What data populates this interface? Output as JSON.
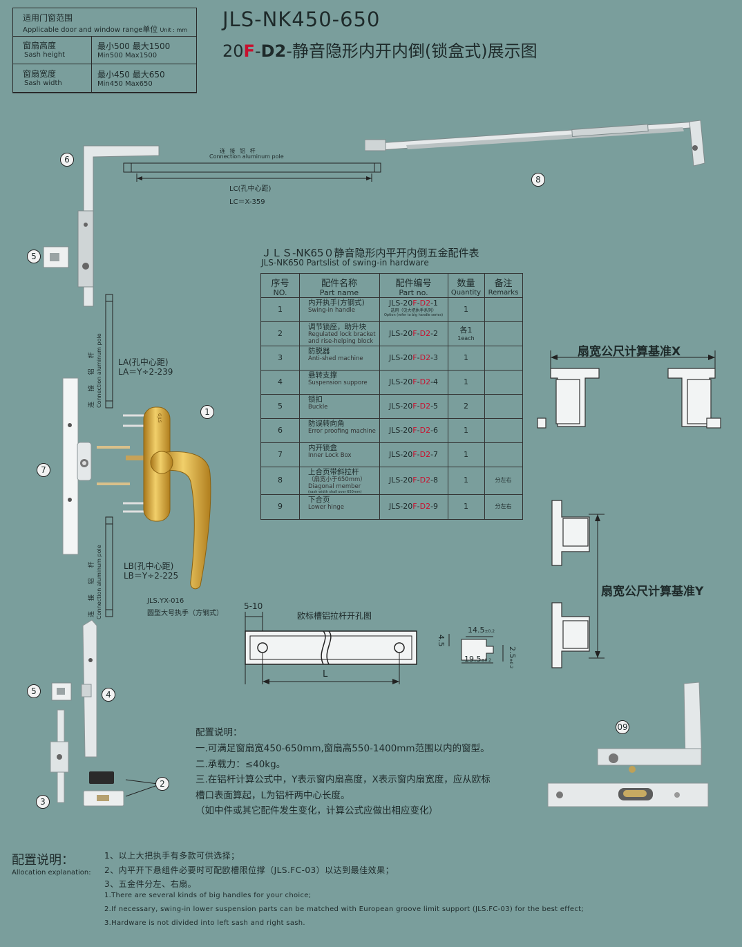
{
  "range_table": {
    "header_cn": "适用门窗范围",
    "header_en": "Applicable door and window range",
    "unit_cn": "单位",
    "unit_en": "Unit : mm",
    "rows": [
      {
        "label_cn": "窗扇高度",
        "label_en": "Sash height",
        "value_cn": "最小500  最大1500",
        "value_en": "Min500  Max1500"
      },
      {
        "label_cn": "窗扇宽度",
        "label_en": "Sash width",
        "value_cn": "最小450  最大650",
        "value_en": "Min450  Max650"
      }
    ]
  },
  "title": {
    "model": "JLS-NK450-650",
    "code_a": "20",
    "code_f": "F",
    "code_dash": "-",
    "code_d2": "D2",
    "description": "-静音隐形内开内倒(锁盒式)展示图"
  },
  "callouts": [
    "1",
    "2",
    "3",
    "4",
    "5",
    "5",
    "6",
    "7",
    "8",
    "09"
  ],
  "pole_top": {
    "caption_cn": "连 接 铝 杆",
    "caption_en": "Connection aluminum pole",
    "lc_label": "LC(孔中心距)",
    "lc_formula": "LC＝X-359"
  },
  "pole_la": {
    "caption_cn": "连 接 铝 杆",
    "caption_en": "Connection aluminum pole",
    "label": "LA(孔中心距)",
    "formula": "LA＝Y÷2-239"
  },
  "pole_lb": {
    "caption_cn": "连 接 铝 杆",
    "caption_en": "Connection aluminum pole",
    "label": "LB(孔中心距)",
    "formula": "LB＝Y÷2-225"
  },
  "handle": {
    "model": "JLS.YX-016",
    "desc": "圆型大号执手（方钢式）",
    "brand": "GJLS"
  },
  "parts_list": {
    "title_cn": "ＪＬＳ-NK65０静音隐形内平开内倒五金配件表",
    "title_en": "JLS-NK650 Partslist of swing-in hardware",
    "headers": [
      {
        "cn": "序号",
        "en": "NO."
      },
      {
        "cn": "配件名称",
        "en": "Part name"
      },
      {
        "cn": "配件编号",
        "en": "Part no."
      },
      {
        "cn": "数量",
        "en": "Quantity"
      },
      {
        "cn": "备注",
        "en": "Remarks"
      }
    ],
    "part_prefix": "JLS-20",
    "rows": [
      {
        "no": "1",
        "cn": "内开执手(方钢式)",
        "en": "Swing-in handle",
        "extra": "",
        "suffix": "1",
        "note_cn": "选用（见大把执手系列）",
        "note_en": "Option (refer to big handle series)",
        "qty": "1",
        "qty2": "",
        "remarks": ""
      },
      {
        "no": "2",
        "cn": "调节锁座，助升块",
        "en": "Regulated lock bracket",
        "extra": "and rise-helping block",
        "suffix": "2",
        "note_cn": "",
        "note_en": "",
        "qty": "各1",
        "qty2": "1each",
        "remarks": ""
      },
      {
        "no": "3",
        "cn": "防脱器",
        "en": "Anti-shed machine",
        "extra": "",
        "suffix": "3",
        "note_cn": "",
        "note_en": "",
        "qty": "1",
        "qty2": "",
        "remarks": ""
      },
      {
        "no": "4",
        "cn": "悬转支撑",
        "en": "Suspension suppore",
        "extra": "",
        "suffix": "4",
        "note_cn": "",
        "note_en": "",
        "qty": "1",
        "qty2": "",
        "remarks": ""
      },
      {
        "no": "5",
        "cn": "锁扣",
        "en": "Buckle",
        "extra": "",
        "suffix": "5",
        "note_cn": "",
        "note_en": "",
        "qty": "2",
        "qty2": "",
        "remarks": ""
      },
      {
        "no": "6",
        "cn": "防误转向角",
        "en": "Error proofing machine",
        "extra": "",
        "suffix": "6",
        "note_cn": "",
        "note_en": "",
        "qty": "1",
        "qty2": "",
        "remarks": ""
      },
      {
        "no": "7",
        "cn": "内开锁盒",
        "en": "Inner Lock Box",
        "extra": "",
        "suffix": "7",
        "note_cn": "",
        "note_en": "",
        "qty": "1",
        "qty2": "",
        "remarks": ""
      },
      {
        "no": "8",
        "cn": "上合页带斜拉杆",
        "en": "（扇宽小于650mm）",
        "extra": "Diagonal member",
        "suffix": "8",
        "note_cn": "",
        "note_en": "(sash width shall over 650mm)",
        "qty": "1",
        "qty2": "",
        "remarks": "分左右"
      },
      {
        "no": "9",
        "cn": "下合页",
        "en": "Lower hinge",
        "extra": "",
        "suffix": "9",
        "note_cn": "",
        "note_en": "",
        "qty": "1",
        "qty2": "",
        "remarks": "分左右"
      }
    ]
  },
  "profile_x": {
    "label": "扇宽公尺计算基准X"
  },
  "profile_y": {
    "label": "扇宽公尺计算基准Y"
  },
  "groove": {
    "title": "欧标槽铝拉杆开孔图",
    "dim_offset": "5-10",
    "dim_length": "L",
    "dim_a": "4.5",
    "dim_b": "14.5",
    "dim_b_tol": "±0.2",
    "dim_c": "19.5",
    "dim_c_tol": "±0.2",
    "dim_d": "2.5",
    "dim_d_tol": "±0.2"
  },
  "config": {
    "title": "配置说明：",
    "lines": [
      "一.可满足窗扇宽450-650mm,窗扇高550-1400mm范围以内的窗型。",
      "二.承载力：≤40kg。",
      "三.在铝杆计算公式中，Y表示窗内扇高度，X表示窗内扇宽度，应从欧标",
      "槽口表面算起，L为铝杆两中心长度。",
      "（如中件或其它配件发生变化，计算公式应做出相应变化）"
    ]
  },
  "allocation": {
    "title_cn": "配置说明：",
    "title_en": "Allocation explanation:",
    "lines_cn": [
      "1、以上大把执手有多款可供选择；",
      "2、内平开下悬组件必要时可配欧槽限位撑（JLS.FC-03）以达到最佳效果；",
      "3、五金件分左、右扇。"
    ],
    "lines_en": [
      "1.There are several kinds of big handles for your choice;",
      "2.If necessary, swing-in lower suspension parts can be matched with European groove limit support (JLS.FC-03) for the best effect;",
      "3.Hardware is not divided into left sash and right sash."
    ]
  },
  "colors": {
    "background": "#7a9e9c",
    "accent_red": "#c8102e",
    "metal": "#d6dbdc",
    "gold": "#d4a12a"
  }
}
